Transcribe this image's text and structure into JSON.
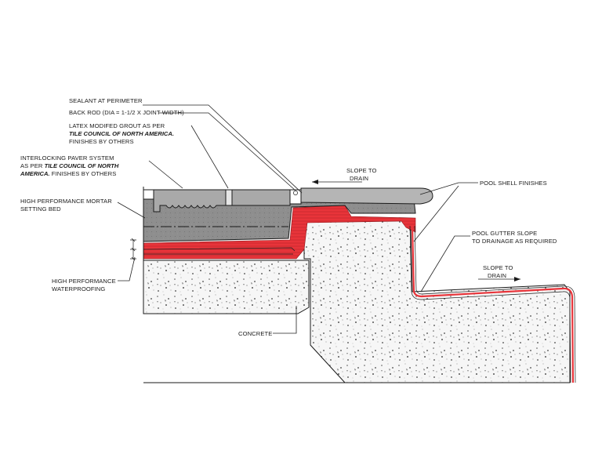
{
  "labels": {
    "sealant": "SEALANT AT PERIMETER",
    "back_rod": "BACK ROD (DIA = 1-1/2 X JOINT WIDTH)",
    "grout_line1": "LATEX MODIFED GROUT AS PER",
    "grout_line2": "TILE COUNCIL OF NORTH AMERICA.",
    "grout_line3": "FINISHES BY OTHERS",
    "paver_line1": "INTERLOCKING PAVER SYSTEM",
    "paver_line2a": "AS PER ",
    "paver_line2b": "TILE COUNCIL OF NORTH",
    "paver_line3a": "AMERICA.",
    "paver_line3b": " FINISHES BY OTHERS",
    "mortar_line1": "HIGH PERFORMANCE  MORTAR",
    "mortar_line2": "SETTING BED",
    "waterproof_line1": "HIGH PERFORMANCE",
    "waterproof_line2": "WATERPROOFING",
    "concrete": "CONCRETE",
    "slope1_line1": "SLOPE TO",
    "slope1_line2": "DRAIN",
    "pool_shell": "POOL SHELL FINISHES",
    "gutter_line1": "POOL GUTTER SLOPE",
    "gutter_line2": "TO DRAINAGE AS REQUIRED",
    "slope2_line1": "SLOPE TO",
    "slope2_line2": "DRAIN"
  },
  "colors": {
    "waterproofing": "#e8343a",
    "mortar": "#8e8e8e",
    "paver": "#a9a9a9",
    "concrete": "#f4f4f4",
    "line": "#1a1a1a"
  }
}
